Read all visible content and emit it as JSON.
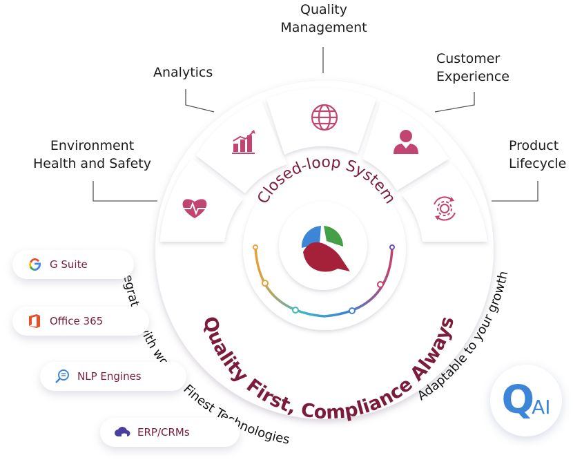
{
  "categories": {
    "quality_management": "Quality\nManagement",
    "analytics": "Analytics",
    "customer_experience": "Customer\nExperience",
    "ehs": "Environment\nHealth and Safety",
    "product_lifecycle": "Product\nLifecycle"
  },
  "ring_texts": {
    "closed_loop": "Closed-loop System",
    "tagline": "Quality First, Compliance Always",
    "integrated": "Integrated with world's Finest Technologies",
    "adaptable": "Adaptable to your growth"
  },
  "integrations": [
    {
      "label": "G Suite",
      "icon": "google-g-icon"
    },
    {
      "label": "Office 365",
      "icon": "office-icon"
    },
    {
      "label": "NLP Engines",
      "icon": "nlp-search-icon"
    },
    {
      "label": "ERP/CRMs",
      "icon": "cloud-database-icon"
    }
  ],
  "badge": {
    "q": "Q",
    "ai": "AI"
  },
  "colors": {
    "accent": "#c24470",
    "wine": "#7b1c3a",
    "blue": "#3d85d6",
    "green": "#43a047"
  },
  "icons": [
    "globe-icon",
    "bar-chart-icon",
    "user-icon",
    "heartbeat-icon",
    "gear-cycle-icon",
    "logo-icon"
  ]
}
